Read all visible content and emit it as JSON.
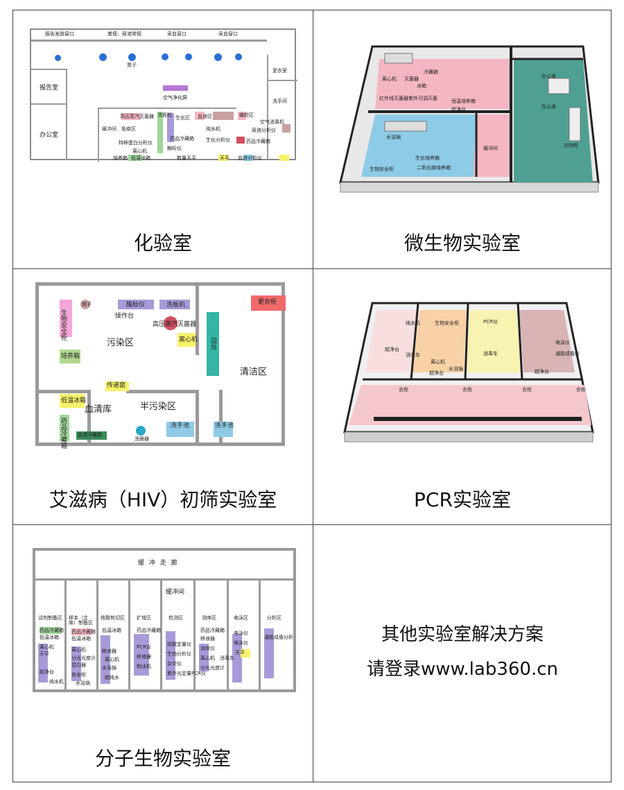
{
  "captions": {
    "chem": "化验室",
    "micro": "微生物实验室",
    "hiv": "艾滋病（HIV）初筛实验室",
    "pcr": "PCR实验室",
    "mol": "分子生物实验室"
  },
  "promo": {
    "line1": "其他实验室解决方案",
    "line2": "请登录www.lab360.cn"
  },
  "chem_plan": {
    "top_windows": [
      "报告发放窗口",
      "粪便、尿液常规",
      "采血窗口",
      "采血窗口"
    ],
    "rooms": [
      "报告室",
      "办公室",
      "更衣室",
      "洗手间",
      "缓冲间"
    ],
    "labels": [
      "凳子",
      "空气净化屏",
      "高压蒸汽灭菌器",
      "洗板机",
      "生化区",
      "免疫区",
      "血液区",
      "编检区",
      "纯水机",
      "生化分析仪",
      "特种蛋白分析仪",
      "离心机",
      "药品冷藏箱",
      "酶标仪",
      "尿液分析仪",
      "空气消毒机",
      "药品冷藏箱",
      "培养箱",
      "低温冰箱",
      "天平",
      "血液分析仪",
      "数量天平"
    ]
  },
  "micro_plan": {
    "labels": [
      "冷藏箱",
      "灭菌器",
      "冰箱",
      "离心机",
      "红外线灭菌器",
      "紫外可调灭菌",
      "超净台",
      "恒温培养箱",
      "缓冲间",
      "办公桌",
      "办公桌",
      "衣物柜",
      "水浴锅",
      "生物安全柜",
      "生化培养箱",
      "二氧化碳培养箱"
    ]
  },
  "hiv_plan": {
    "labels": [
      "生物安全柜",
      "凳子",
      "酶标仪",
      "洗板机",
      "操作台",
      "高压蒸汽灭菌器",
      "污染区",
      "离心机",
      "边台",
      "更衣柜",
      "清洁区",
      "培养箱",
      "传递窗",
      "低温冰箱",
      "血清库",
      "半污染区",
      "药品冷藏箱",
      "血液冷藏箱",
      "洗眼器",
      "洗手池",
      "洗手池"
    ]
  },
  "pcr_plan": {
    "labels": [
      "纯水机",
      "生物安全柜",
      "PCR仪",
      "超净台",
      "消毒车",
      "离心机",
      "水浴锅",
      "超净台",
      "消毒车",
      "电泳仪",
      "凝胶成像仪",
      "超净台",
      "衣柜",
      "衣柜",
      "衣柜",
      "衣柜"
    ]
  },
  "mol_plan": {
    "corridor": "缓 冲 走 廊",
    "buffer": "缓冲间",
    "zones": [
      "试剂制备区",
      "样本（文库）制备区",
      "核酸剪切区",
      "扩增区",
      "检测区",
      "测序区",
      "电泳区",
      "分析区"
    ],
    "labels": [
      "药品冷藏箱",
      "低温冰箱",
      "离心机",
      "天平",
      "超净台",
      "纯水机",
      "药品冷藏箱",
      "低温冰箱",
      "离心机",
      "分光光度计",
      "混匀器",
      "安全柜",
      "水浴锅",
      "低温冰箱",
      "移液器",
      "离心机",
      "水浴锅",
      "超纯水",
      "药品冷藏箱",
      "PCR仪",
      "移液器",
      "制冰机",
      "核酸定量仪",
      "生物分析仪",
      "杂交仪",
      "紫外光定量PCR仪",
      "药品冷藏箱",
      "移液器",
      "测序仪",
      "离心机",
      "分光光度计",
      "消毒车",
      "电泳仪",
      "天平",
      "电泳仪",
      "凝胶成像分析"
    ]
  },
  "colors": {
    "pink": "#f4b6c2",
    "blue": "#8ecbe6",
    "teal": "#4f9f93",
    "lavender": "#a89ad8",
    "green": "#9fd59a",
    "yellow": "#f6f36a",
    "peach": "#f8d2a6",
    "mauve": "#c9a0a0"
  }
}
